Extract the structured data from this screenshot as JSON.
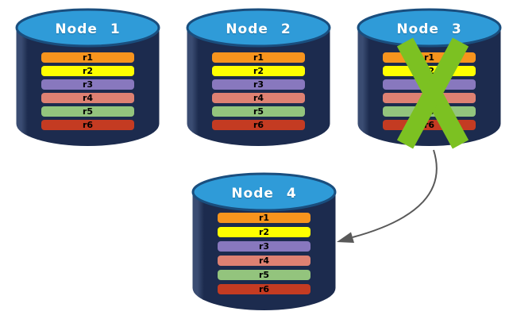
{
  "colors": {
    "background": "#FFFFFF",
    "cylinder_body": "#1C2B4E",
    "cylinder_body_highlight": "#3A4C72",
    "cylinder_top": "#2F9BD8",
    "cylinder_top_border": "#1A4E7E",
    "node_label_text": "#FFFFFF",
    "row_label_text": "#000000",
    "failure_x": "#7CC122",
    "arrow": "#595959"
  },
  "nodes": [
    {
      "id": "node-1",
      "label": "Node 1",
      "failed": false,
      "rows": [
        {
          "label": "r1",
          "color": "#F7941D"
        },
        {
          "label": "r2",
          "color": "#FFFF00"
        },
        {
          "label": "r3",
          "color": "#8878BE"
        },
        {
          "label": "r4",
          "color": "#DE8172"
        },
        {
          "label": "r5",
          "color": "#93C47D"
        },
        {
          "label": "r6",
          "color": "#C43B22"
        }
      ]
    },
    {
      "id": "node-2",
      "label": "Node 2",
      "failed": false,
      "rows": [
        {
          "label": "r1",
          "color": "#F7941D"
        },
        {
          "label": "r2",
          "color": "#FFFF00"
        },
        {
          "label": "r3",
          "color": "#8878BE"
        },
        {
          "label": "r4",
          "color": "#DE8172"
        },
        {
          "label": "r5",
          "color": "#93C47D"
        },
        {
          "label": "r6",
          "color": "#C43B22"
        }
      ]
    },
    {
      "id": "node-3",
      "label": "Node 3",
      "failed": true,
      "rows": [
        {
          "label": "r1",
          "color": "#F7941D"
        },
        {
          "label": "r2",
          "color": "#FFFF00"
        },
        {
          "label": "r3",
          "color": "#8878BE"
        },
        {
          "label": "r4",
          "color": "#DE8172"
        },
        {
          "label": "r5",
          "color": "#93C47D"
        },
        {
          "label": "r6",
          "color": "#C43B22"
        }
      ]
    },
    {
      "id": "node-4",
      "label": "Node 4",
      "failed": false,
      "rows": [
        {
          "label": "r1",
          "color": "#F7941D"
        },
        {
          "label": "r2",
          "color": "#FFFF00"
        },
        {
          "label": "r3",
          "color": "#8878BE"
        },
        {
          "label": "r4",
          "color": "#DE8172"
        },
        {
          "label": "r5",
          "color": "#93C47D"
        },
        {
          "label": "r6",
          "color": "#C43B22"
        }
      ]
    }
  ],
  "arrow": {
    "from": "Node 3",
    "to": "Node 4"
  }
}
